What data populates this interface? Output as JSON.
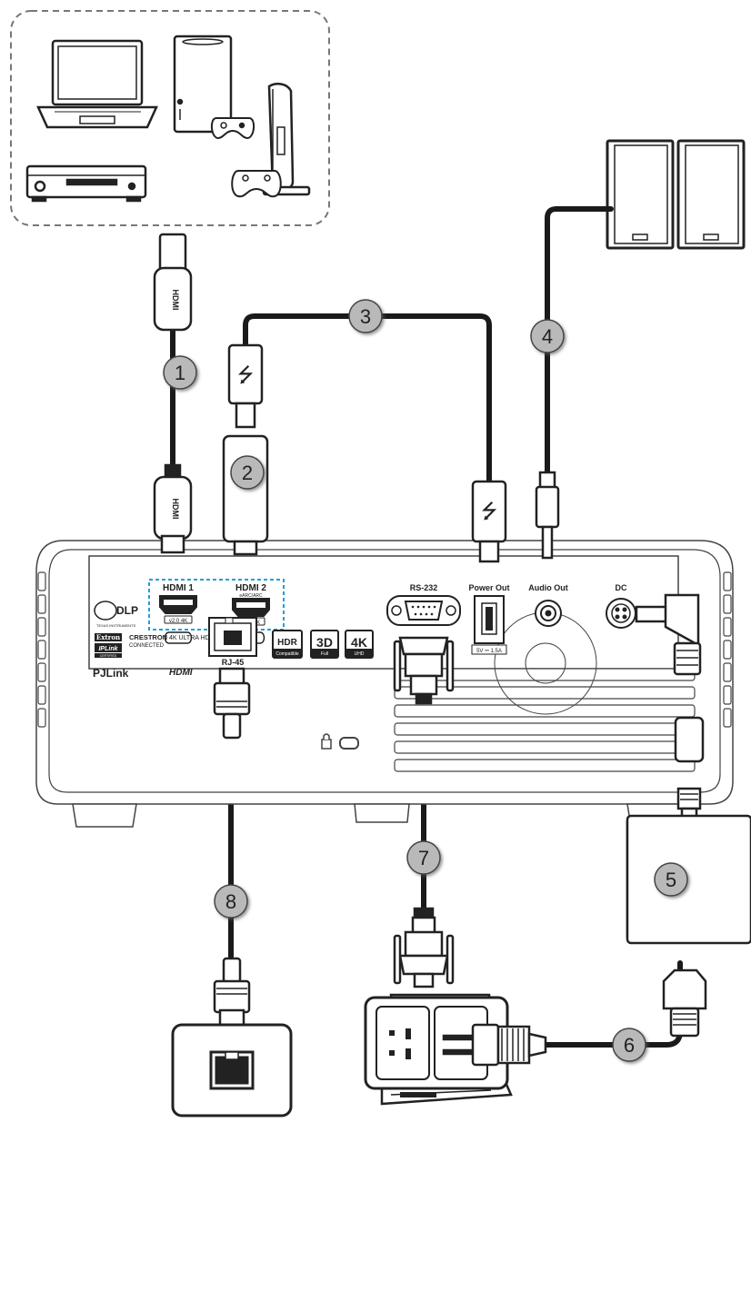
{
  "callouts": [
    "1",
    "2",
    "3",
    "4",
    "5",
    "6",
    "7",
    "8"
  ],
  "panel": {
    "hdmi1": "HDMI 1",
    "hdmi2": "HDMI 2",
    "hdmi2_sub": "eARC/ARC",
    "hdmi_spec1": "v2.0 4K",
    "hdmi_spec2": "v2.0 4K",
    "rs232": "RS-232",
    "power_out": "Power Out",
    "power_spec": "5V ⎓ 1.5A",
    "audio_out": "Audio Out",
    "dc": "DC",
    "rj45": "RJ-45"
  },
  "logos": {
    "dlp": "DLP",
    "dlp_sub": "TEXAS INSTRUMENTS",
    "extron": "Extron",
    "iplink": "IPLink",
    "iplink_sub": "CERTIFIED",
    "crestron": "CRESTRON",
    "crestron_sub": "CONNECTED",
    "ultrahd": "4K ULTRA HD",
    "pjlink": "PJLink",
    "hdmi": "HDMI",
    "hdr": "HDR",
    "hdr_sub": "Compatible",
    "three_d": "3D",
    "three_d_sub": "Full",
    "four_k": "4K",
    "four_k_sub": "UHD"
  },
  "colors": {
    "line": "#222222",
    "cable": "#1a1a1a",
    "callout_fill": "#b9b9b9",
    "hdmi_box": "#1fa0d8",
    "device_fill": "#ffffff"
  }
}
